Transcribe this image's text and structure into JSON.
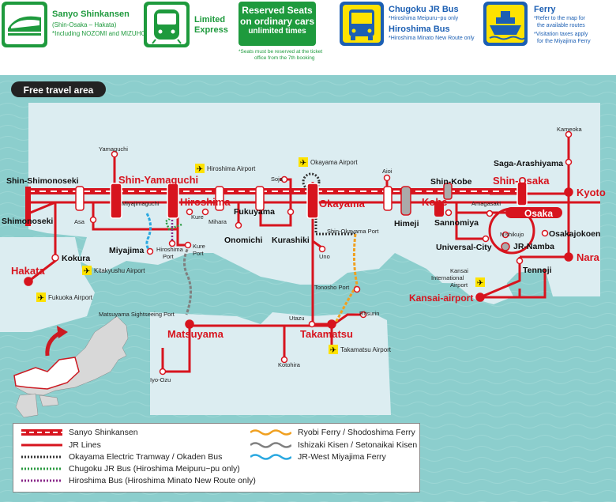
{
  "header": {
    "shinkansen": {
      "title": "Sanyo Shinkansen",
      "sub1": "(Shin-Osaka – Hakata)",
      "sub2": "*Including NOZOMI and MIZUHO",
      "icon": "shinkansen-train-icon"
    },
    "limited_express": {
      "title1": "Limited",
      "title2": "Express",
      "icon": "limited-express-train-icon"
    },
    "reserved": {
      "line1": "Reserved Seats",
      "line2": "on ordinary cars",
      "line3": "unlimited times",
      "note1": "*Seats must be reserved at the ticket",
      "note2": "office from the 7th booking"
    },
    "bus": {
      "title1": "Chugoku JR Bus",
      "sub1": "*Hiroshima Meipuru~pu only",
      "title2": "Hiroshima Bus",
      "sub2": "*Hiroshima Minato New Route only",
      "icon": "bus-icon"
    },
    "ferry": {
      "title": "Ferry",
      "sub1": "*Refer to the map for",
      "sub2": "the available routes",
      "sub3": "*Visitation taxes apply",
      "sub4": "for the Miyajima Ferry",
      "icon": "ferry-icon"
    }
  },
  "map": {
    "free_area_label": "Free travel area",
    "stations_major": [
      "Shin-Yamaguchi",
      "Hiroshima",
      "Okayama",
      "Kobe",
      "Shin-Osaka",
      "Kyoto",
      "Osaka",
      "Nara",
      "Kansai-airport",
      "Hakata",
      "Matsuyama",
      "Takamatsu"
    ],
    "stations_minor": [
      "Shin-Shimonoseki",
      "Shimonoseki",
      "Kokura",
      "Fukuyama",
      "Onomichi",
      "Kurashiki",
      "Himeji",
      "Shin-Kobe",
      "Sannomiya",
      "Saga-Arashiyama",
      "Osakajokoen",
      "Universal-City",
      "JR-Namba",
      "Tennoji",
      "Miyajima"
    ],
    "stations_small": [
      "Yamaguchi",
      "Asa",
      "Miyajimaguchi",
      "Kure",
      "Mihara",
      "Soja",
      "Aioi",
      "Amagasaki",
      "Nishikujo",
      "Kameoka",
      "Uno",
      "Utazu",
      "Kotohira",
      "Iyo-Ozu",
      "Ritsurin"
    ],
    "ports": [
      "Hiroshima Port",
      "Kure Port",
      "Shin-Okayama Port",
      "Tonosho Port",
      "Matsuyama Sightseeing Port"
    ],
    "airports": [
      "Hiroshima Airport",
      "Okayama Airport",
      "Kitakyushu Airport",
      "Fukuoka Airport",
      "Takamatsu Airport"
    ],
    "kansai_airport": [
      "Kansai",
      "International",
      "Airport"
    ]
  },
  "legend": {
    "items_left": [
      "Sanyo Shinkansen",
      "JR Lines",
      "Okayama Electric Tramway / Okaden Bus",
      "Chugoku JR Bus (Hiroshima Meipuru~pu only)",
      "Hiroshima Bus (Hiroshima Minato New Route only)"
    ],
    "items_right": [
      "Ryobi Ferry / Shodoshima Ferry",
      "Ishizaki Kisen / Setonaikai Kisen",
      "JR-West Miyajima Ferry"
    ]
  },
  "colors": {
    "jr_red": "#d7141e",
    "green": "#1e9a3d",
    "blue": "#1c5fb3",
    "land": "#dbeef2",
    "sea": "#8fcfcf",
    "ferry_orange": "#f0a020",
    "ferry_gray": "#808080",
    "ferry_blue": "#2aa8e0",
    "bus_green": "#2a9a40",
    "bus_purple": "#8a2a8a"
  }
}
